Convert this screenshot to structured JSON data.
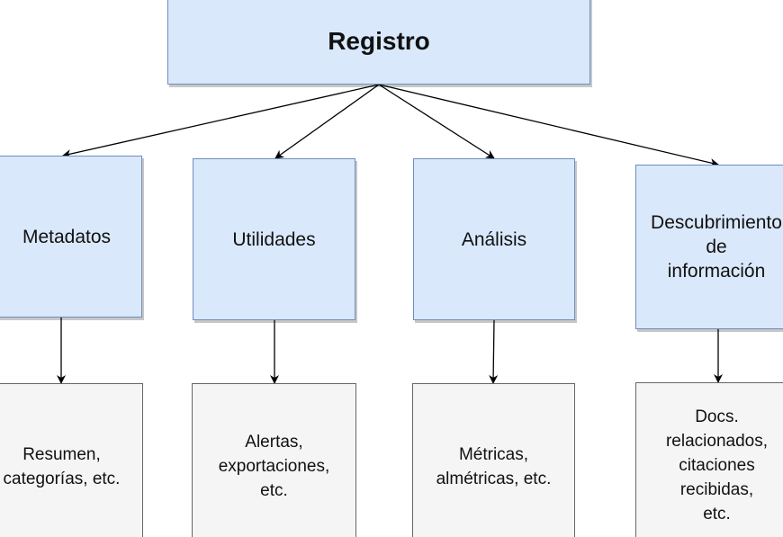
{
  "root": {
    "label": "Registro"
  },
  "categories": [
    {
      "label": "Metadatos",
      "detail": "Resumen,\ncategorías, etc."
    },
    {
      "label": "Utilidades",
      "detail": "Alertas,\nexportaciones,\netc."
    },
    {
      "label": "Análisis",
      "detail": "Métricas,\nalmétricas, etc."
    },
    {
      "label": "Descubrimiento\nde\ninformación",
      "detail": "Docs.\nrelacionados,\ncitaciones\nrecibidas,\netc."
    }
  ],
  "colors": {
    "category_fill": "#dae8fc",
    "category_stroke": "#6c8ebf",
    "detail_fill": "#f5f5f5",
    "detail_stroke": "#666666",
    "edge": "#000000"
  }
}
